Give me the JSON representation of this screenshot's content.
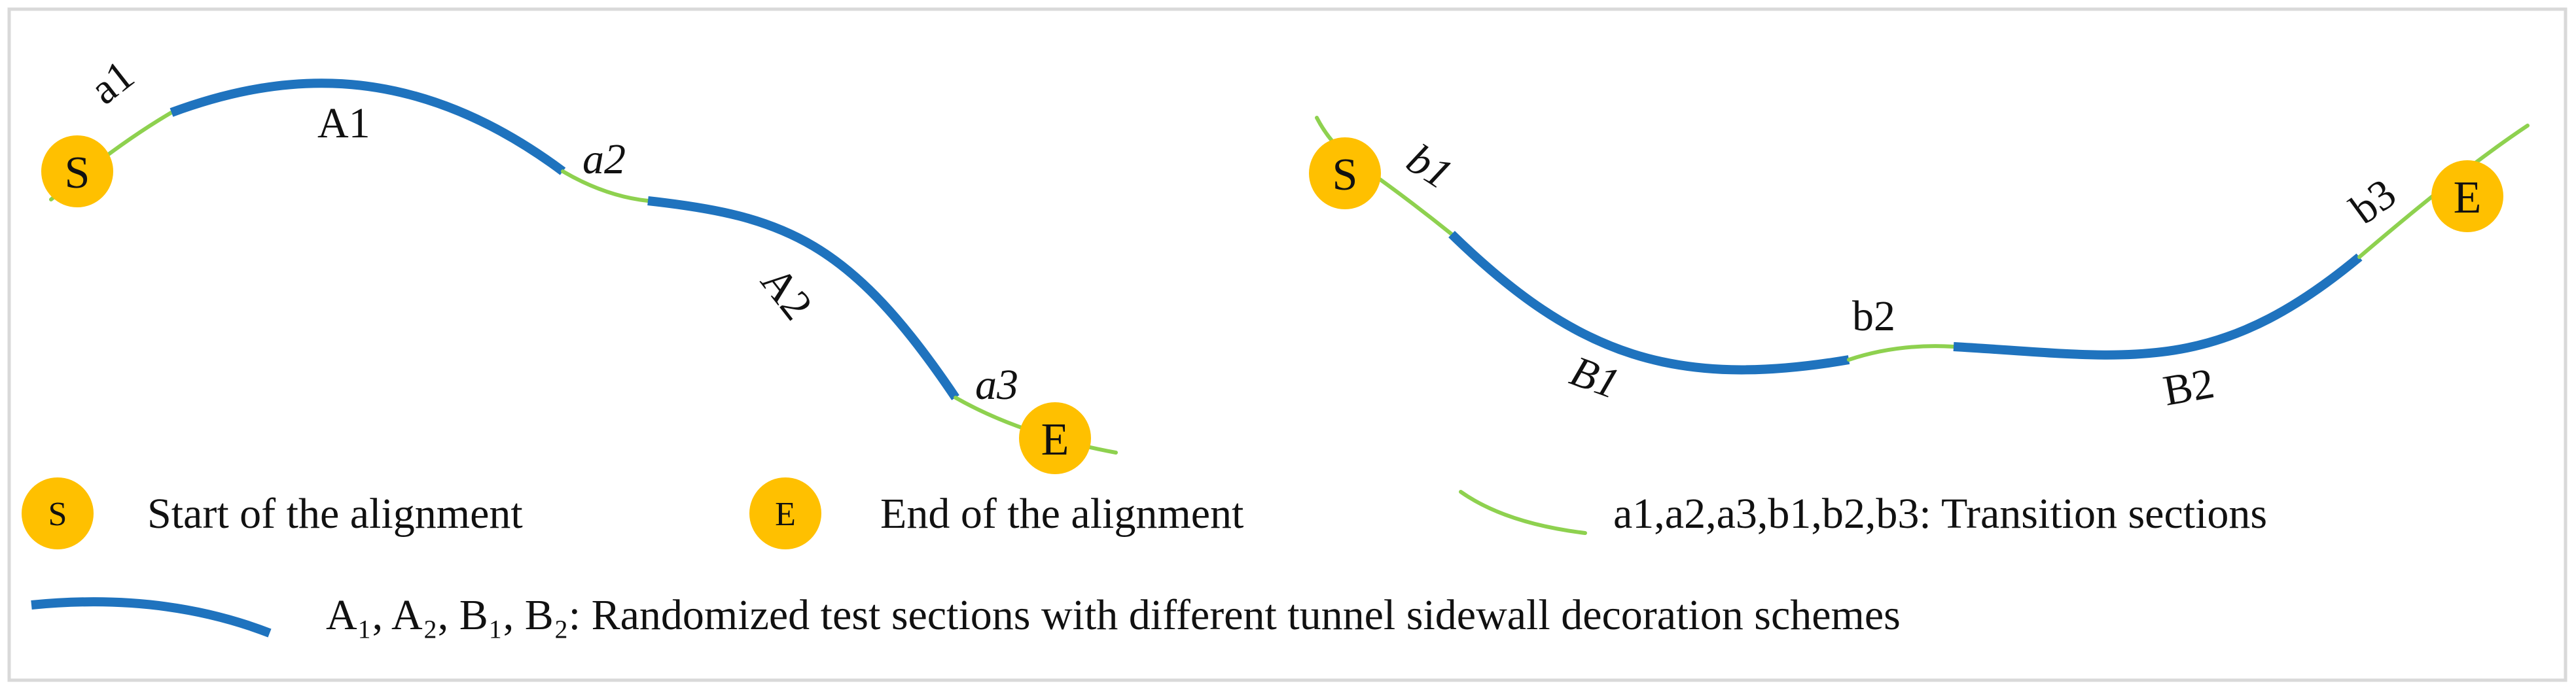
{
  "markers": {
    "start_letter": "S",
    "end_letter": "E"
  },
  "alignment_a": {
    "labels": {
      "a1": "a1",
      "A1": "A1",
      "a2": "a2",
      "A2": "A2",
      "a3": "a3"
    }
  },
  "alignment_b": {
    "labels": {
      "b1": "b1",
      "B1": "B1",
      "b2": "b2",
      "B2": "B2",
      "b3": "b3"
    }
  },
  "legend": {
    "start_text": "Start of the alignment",
    "end_text": "End of the alignment",
    "transition_text": "a1,a2,a3,b1,b2,b3: Transition sections",
    "test_text": "A₁, A₂, B₁, B₂:   Randomized test sections with different tunnel sidewall decoration schemes"
  },
  "colors": {
    "transition": "#8ed14f",
    "test": "#1f73be",
    "marker": "#ffc000"
  }
}
